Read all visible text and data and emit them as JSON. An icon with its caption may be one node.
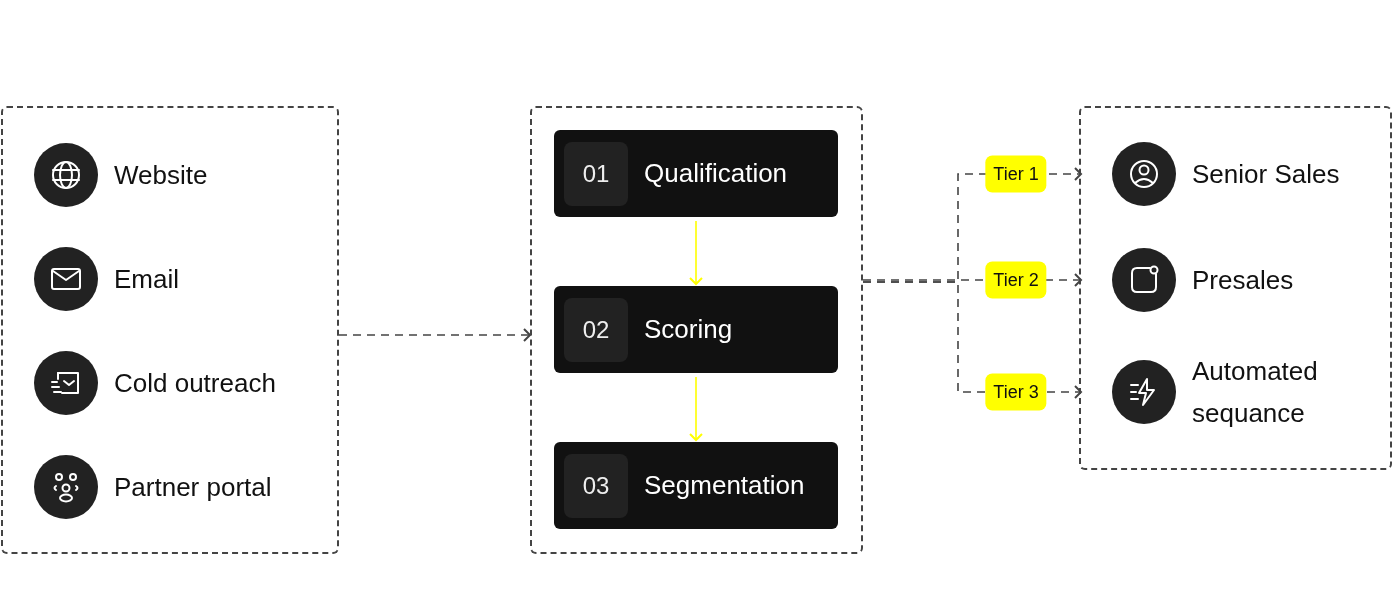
{
  "diagram": {
    "nodes": [
      {
        "text": [],
        "shape": "box"
      },
      {
        "text": [
          "Website"
        ],
        "in": 0
      },
      {
        "text": [
          "Email"
        ],
        "in": 0
      },
      {
        "text": [
          "Cold outreach"
        ],
        "in": 0
      },
      {
        "text": [
          "Partner portal"
        ],
        "in": 0
      },
      {
        "text": [],
        "shape": "box"
      },
      {
        "text": [
          "01",
          "Qualification"
        ],
        "in": 5
      },
      {
        "text": [
          "02",
          "Scoring"
        ],
        "in": 5
      },
      {
        "text": [
          "03",
          "Segmentation"
        ],
        "in": 5
      },
      {
        "text": [],
        "shape": "box"
      },
      {
        "text": [
          "Senior Sales"
        ],
        "in": 9
      },
      {
        "text": [
          "Presales"
        ],
        "in": 9
      },
      {
        "text": [
          "Automated sequance"
        ],
        "in": 9
      }
    ],
    "edges": [
      {
        "from": 0,
        "to": 5,
        "arrow": "to",
        "style": "dashed"
      },
      {
        "from": 6,
        "to": 7,
        "arrow": "to",
        "color": "#ffff00"
      },
      {
        "from": 7,
        "to": 8,
        "arrow": "to",
        "color": "#ffff00"
      },
      {
        "from": 5,
        "to": 10,
        "arrow": "to",
        "style": "dashed",
        "label": "Tier 1"
      },
      {
        "from": 5,
        "to": 11,
        "arrow": "to",
        "style": "dashed",
        "label": "Tier 2"
      },
      {
        "from": 5,
        "to": 12,
        "arrow": "to",
        "style": "dashed",
        "label": "Tier 3"
      }
    ]
  }
}
